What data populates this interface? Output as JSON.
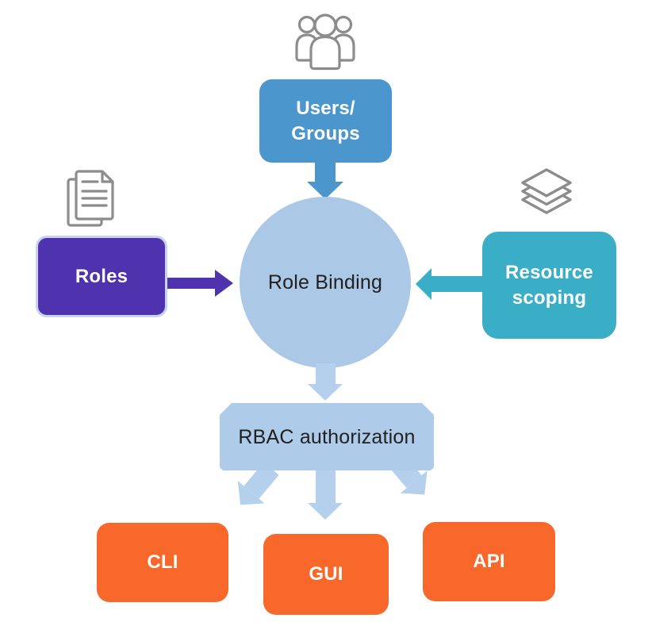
{
  "colors": {
    "users_groups_blue": "#4B96CC",
    "roles_purple": "#4F33AE",
    "roles_border_light": "#C7D2F4",
    "resource_teal": "#3AAEC6",
    "role_binding_light_blue": "#ABC8E6",
    "rbac_banner_light_blue": "#AECBE9",
    "arrow_light_blue": "#B5D0ED",
    "terminal_orange": "#F8682A",
    "icon_gray": "#8C8C8C",
    "dark_text": "#212121"
  },
  "nodes": {
    "users_groups": {
      "line1": "Users/",
      "line2": "Groups"
    },
    "roles": {
      "label": "Roles"
    },
    "resource_scoping": {
      "line1": "Resource",
      "line2": "scoping"
    },
    "role_binding": {
      "label": "Role Binding"
    },
    "rbac_authorization": {
      "label": "RBAC authorization"
    },
    "cli": {
      "label": "CLI"
    },
    "gui": {
      "label": "GUI"
    },
    "api": {
      "label": "API"
    }
  },
  "icons": {
    "group_icon": "group-of-users",
    "documents_icon": "stacked-documents",
    "layers_icon": "stacked-layers"
  }
}
